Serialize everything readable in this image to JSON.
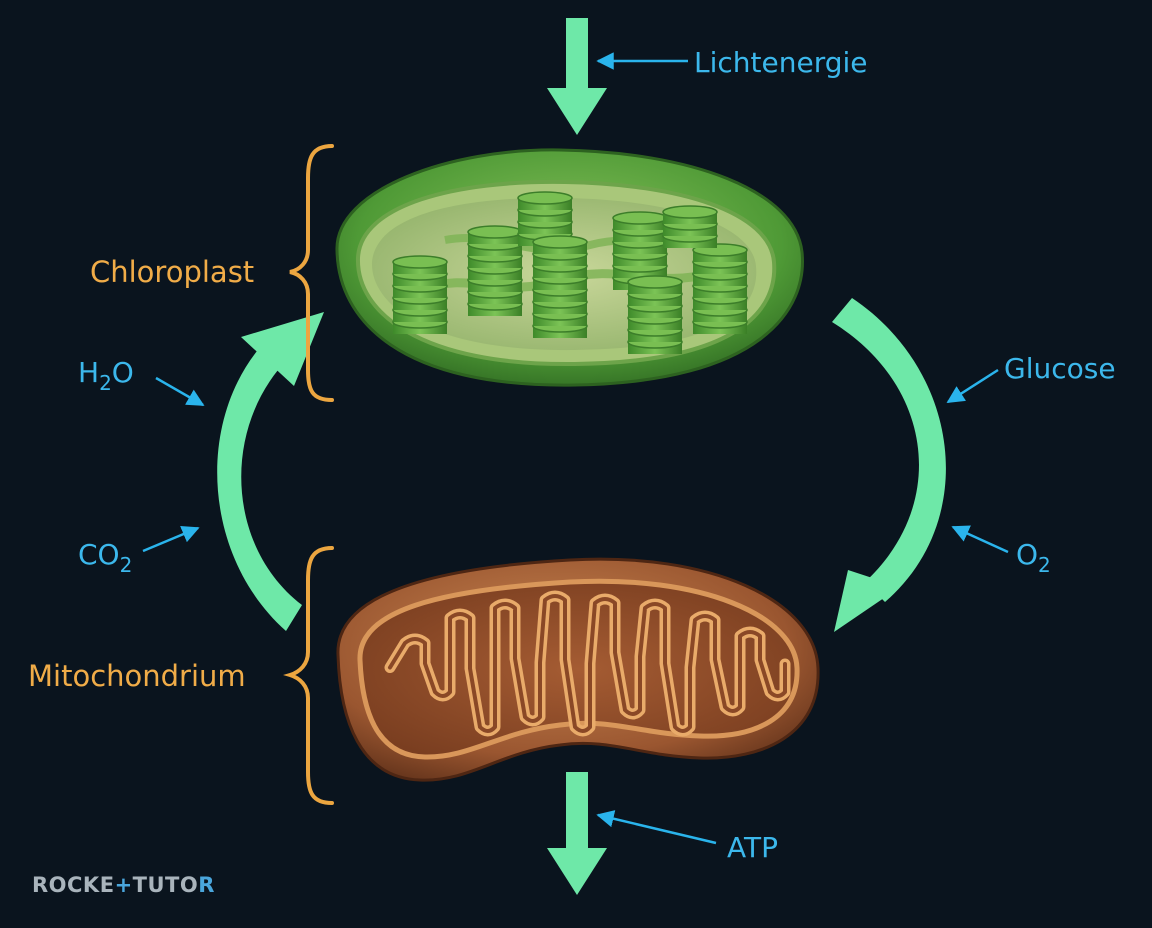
{
  "labels": {
    "light": "Lichtenergie",
    "chloroplast": "Chloroplast",
    "mitochondrium": "Mitochondrium",
    "glucose": "Glucose",
    "atp": "ATP",
    "h2o": {
      "main1": "H",
      "sub": "2",
      "main2": "O"
    },
    "co2": {
      "main": "CO",
      "sub": "2"
    },
    "o2": {
      "main": "O",
      "sub": "2"
    }
  },
  "brand": {
    "left": "ROCKE",
    "plus": "+",
    "right": "TUTO",
    "end": "R"
  },
  "colors": {
    "background": "#0a141e",
    "flow_arrow": "#6ee8a8",
    "pointer_arrow": "#2ab4ec",
    "label_blue": "#3cb8ec",
    "label_orange": "#f0ac48",
    "bracket": "#eca640",
    "chloroplast": "#5fa83f",
    "mitochondrium": "#a65f32",
    "brand_gray": "#a9b4bc",
    "brand_blue": "#4aa6dc"
  },
  "icons": [
    "light-down-arrow",
    "cycle-arrow-up",
    "cycle-arrow-down",
    "atp-down-arrow",
    "pointer-arrow",
    "curly-brace"
  ]
}
